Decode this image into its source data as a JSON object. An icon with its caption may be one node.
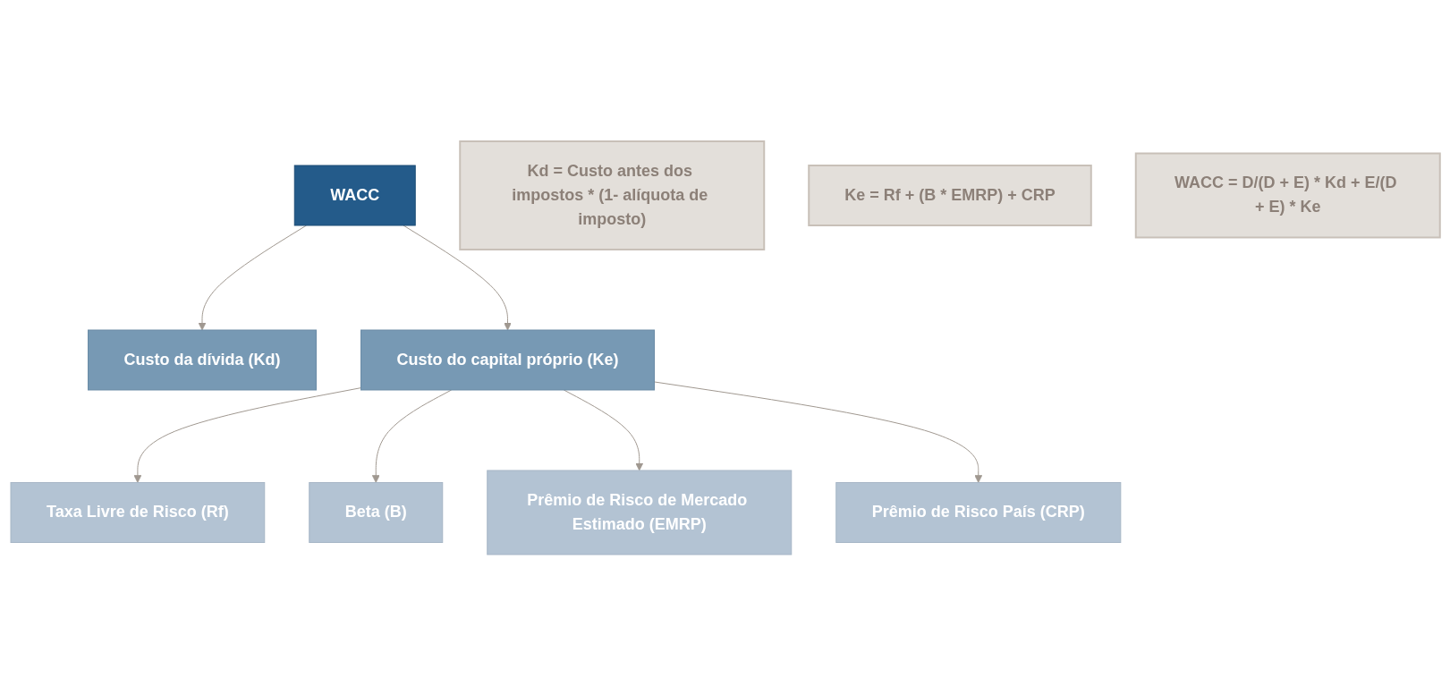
{
  "diagram": {
    "nodes": [
      {
        "text": [
          "WACC"
        ]
      },
      {
        "text": [
          "Custo da dívida (Kd)"
        ]
      },
      {
        "text": [
          "Custo do capital próprio (Ke)"
        ]
      },
      {
        "text": [
          "Taxa Livre de Risco (Rf)"
        ]
      },
      {
        "text": [
          "Beta (B)"
        ]
      },
      {
        "text": [
          "Prêmio de Risco de Mercado Estimado (EMRP)"
        ]
      },
      {
        "text": [
          "Prêmio de Risco País (CRP)"
        ]
      },
      {
        "text": [
          "Kd = Custo antes dos impostos * (1- alíquota de imposto)"
        ]
      },
      {
        "text": [
          "Ke = Rf + (B * EMRP) + CRP"
        ]
      },
      {
        "text": [
          "WACC = D/(D + E) * Kd + E/(D + E) * Ke"
        ]
      }
    ],
    "edges": [
      {
        "from": 0,
        "to": 1,
        "arrow": "to"
      },
      {
        "from": 0,
        "to": 2,
        "arrow": "to"
      },
      {
        "from": 2,
        "to": 3,
        "arrow": "to"
      },
      {
        "from": 2,
        "to": 4,
        "arrow": "to"
      },
      {
        "from": 2,
        "to": 5,
        "arrow": "to"
      },
      {
        "from": 2,
        "to": 6,
        "arrow": "to"
      }
    ]
  }
}
